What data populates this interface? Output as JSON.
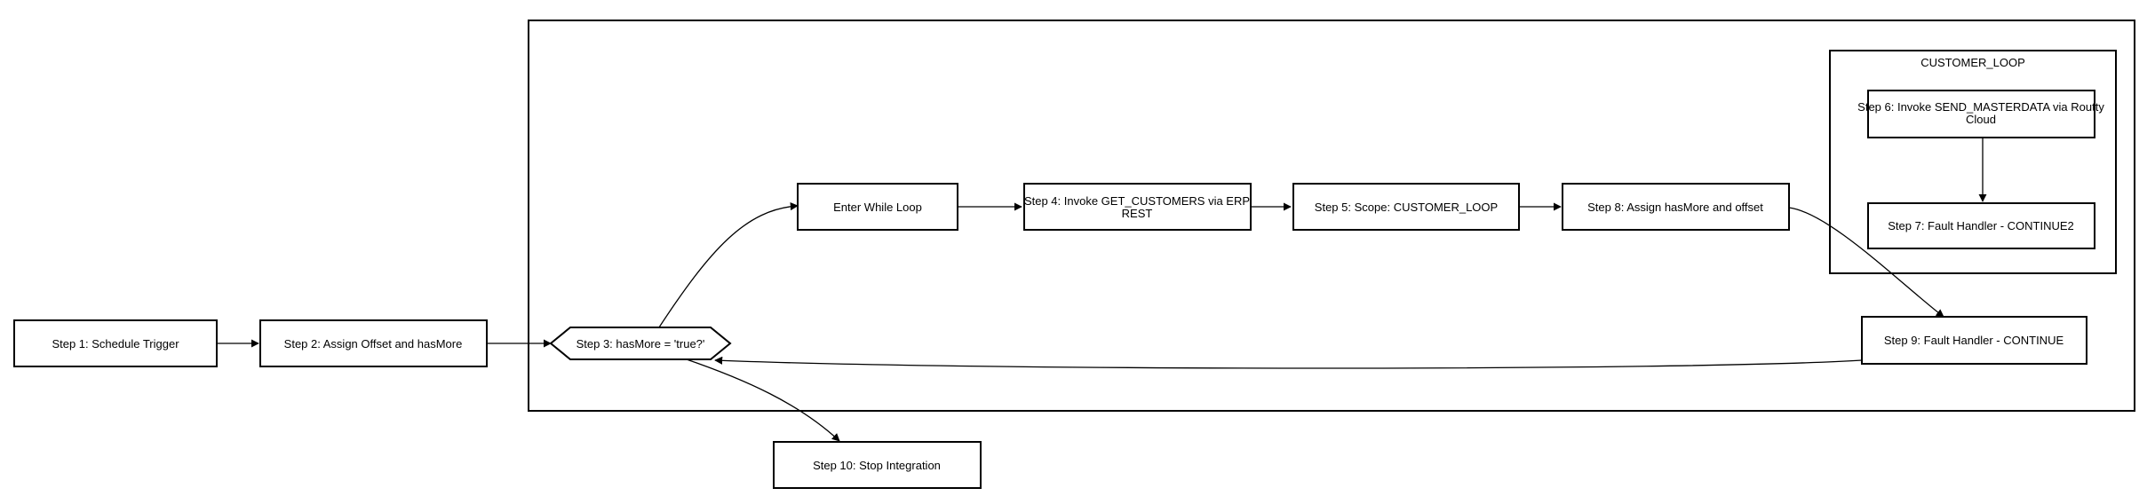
{
  "diagram": {
    "containers": {
      "customer_loop": "CUSTOMER_LOOP"
    },
    "nodes": {
      "step1": "Step 1: Schedule Trigger",
      "step2": "Step 2: Assign Offset and hasMore",
      "step3": "Step 3: hasMore = 'true?'",
      "enter_loop": "Enter While Loop",
      "step4_line1": "Step 4: Invoke GET_CUSTOMERS via ERP",
      "step4_line2": "REST",
      "step5": "Step 5: Scope: CUSTOMER_LOOP",
      "step6_line1": "Step 6: Invoke SEND_MASTERDATA via Routty",
      "step6_line2": "Cloud",
      "step7": "Step 7: Fault Handler - CONTINUE2",
      "step8": "Step 8: Assign hasMore and offset",
      "step9": "Step 9: Fault Handler - CONTINUE",
      "step10": "Step 10: Stop Integration"
    },
    "colors": {
      "stroke": "#000000",
      "fill": "#ffffff",
      "background": "#ffffff"
    }
  }
}
